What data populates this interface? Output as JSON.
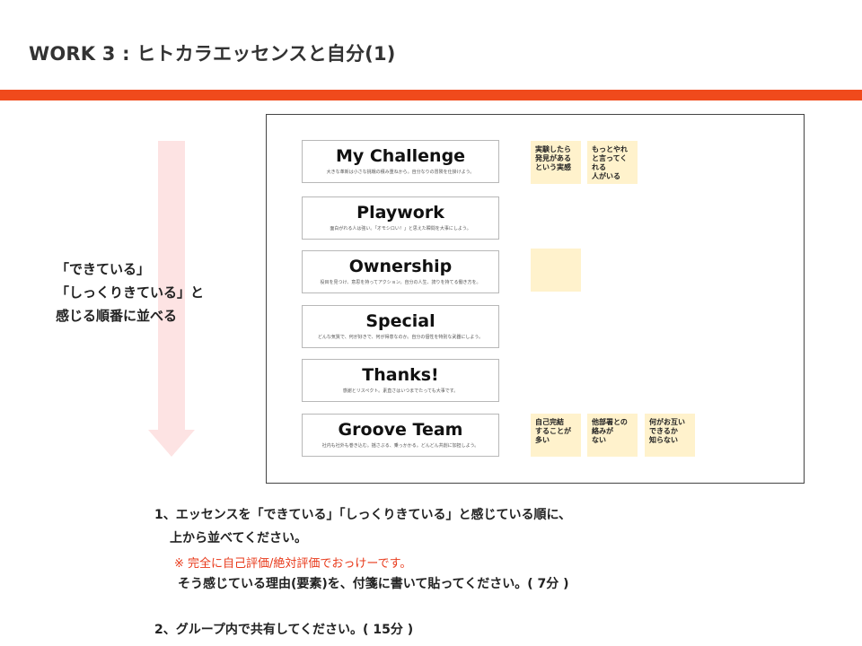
{
  "title": "WORK 3 : ヒトカラエッセンスと自分(1)",
  "colors": {
    "accent": "#f04a1c",
    "note": "#fff2cc",
    "arrow": "#fde3e3",
    "warning": "#e8391a"
  },
  "side_text": "「できている」\n「しっくりきている」と\n感じる順番に並べる",
  "cards": [
    {
      "title": "My Challenge",
      "sub": "大きな革新は小さな挑戦の積み重ねから。自分なりの冒険を仕掛けよう。"
    },
    {
      "title": "Playwork",
      "sub": "面白がれる人は強い。「オモシロい！」と思えた瞬間を大事にしよう。"
    },
    {
      "title": "Ownership",
      "sub": "役目を見つけ、意思を持ってアクション。自分の人生、誇りを持てる働き方を。"
    },
    {
      "title": "Special",
      "sub": "どんな気質で、何が好きで、何が得意なのか。自分の個性を特別な武器にしよう。"
    },
    {
      "title": "Thanks!",
      "sub": "感謝とリスペクト。素直さはいつまでたっても大事です。"
    },
    {
      "title": "Groove Team",
      "sub": "社内も社外も巻き込む。揺さぶる、乗っかかる。どんどん共創に加担しよう。"
    }
  ],
  "notes": [
    {
      "text": "実験したら\n発見がある\nという実感"
    },
    {
      "text": "もっとやれ\nと言ってくれる\n人がいる"
    },
    {
      "text": ""
    },
    {
      "text": "自己完結\nすることが\n多い"
    },
    {
      "text": "他部署との\n絡みが\nない"
    },
    {
      "text": "何がお互い\nできるか\n知らない"
    }
  ],
  "instructions": {
    "line1": "1、エッセンスを「できている」「しっくりきている」と感じている順に、",
    "line2": "上から並べてください。",
    "note": "※ 完全に自己評価/絶対評価でおっけーです。",
    "line3": "そう感じている理由(要素)を、付箋に書いて貼ってください。( 7分 )",
    "line4": "2、グループ内で共有してください。( 15分 )"
  }
}
